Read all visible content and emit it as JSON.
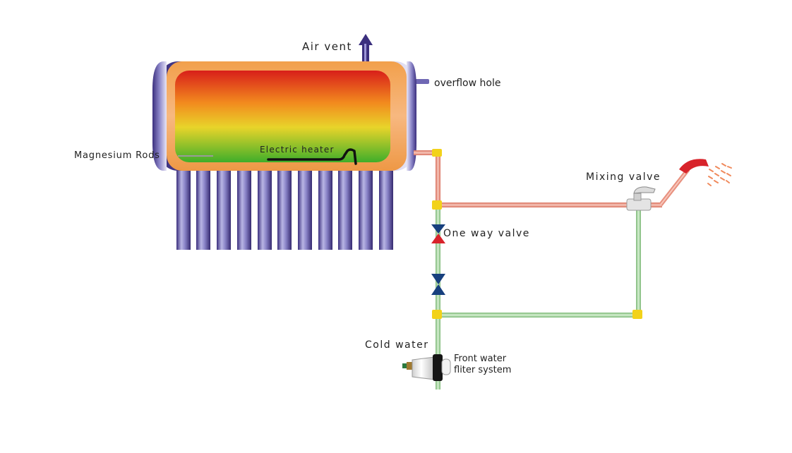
{
  "labels": {
    "air_vent": "Air vent",
    "overflow_hole": "overflow hole",
    "magnesium_rods": "Magnesium Rods",
    "electric_heater": "Electric heater",
    "mixing_valve": "Mixing valve",
    "one_way_valve": "One way valve",
    "cold_water": "Cold water",
    "front_water_line1": "Front water",
    "front_water_line2": "fliter system"
  },
  "colors": {
    "hot_pipe": "#e8907e",
    "cold_pipe": "#9fd19a",
    "fitting": "#f2d21a",
    "valve_blue": "#17407e",
    "valve_red": "#d8232a",
    "tube": "#5a4f9a",
    "tank_shell": "#f2994a"
  },
  "icons": [
    "arrow-up-icon",
    "shower-head-icon",
    "faucet-icon",
    "filter-icon"
  ]
}
